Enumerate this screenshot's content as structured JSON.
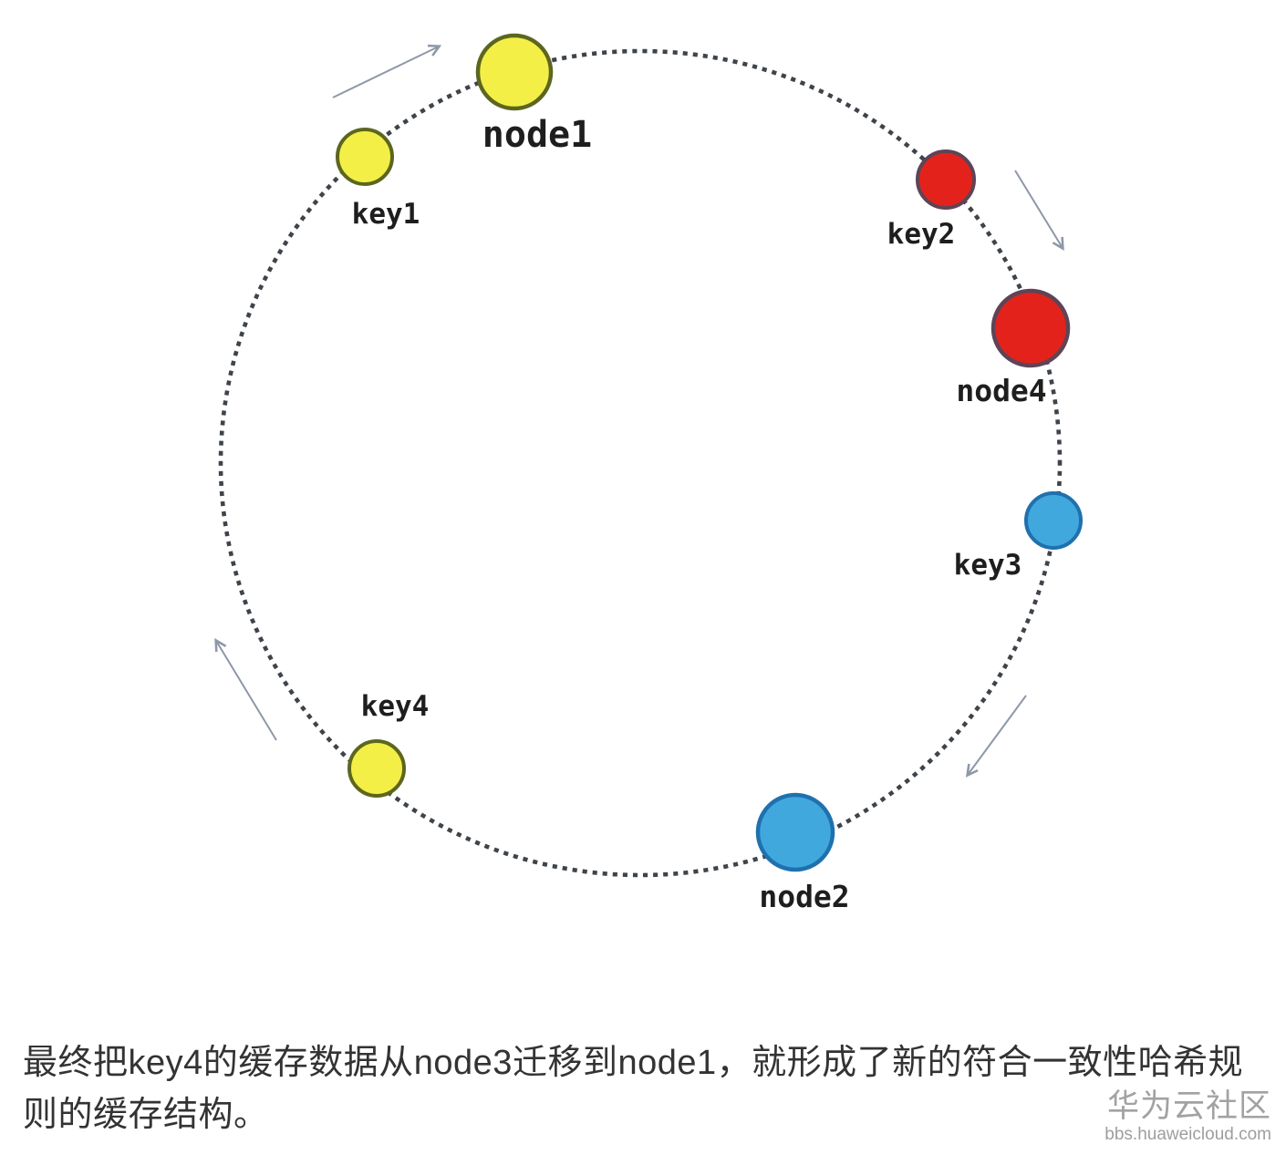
{
  "diagram": {
    "type": "consistent-hashing-ring",
    "ring_dot_color": "#3e444a",
    "arrow_color": "#8e98a8",
    "label_color": "#1e1e1e",
    "nodes": [
      {
        "id": "node1",
        "label": "node1",
        "kind": "node",
        "color_name": "yellow",
        "fill": "#f4ef46",
        "stroke": "#5d661f"
      },
      {
        "id": "key1",
        "label": "key1",
        "kind": "key",
        "color_name": "yellow",
        "fill": "#f4ef46",
        "stroke": "#5d661f"
      },
      {
        "id": "key2",
        "label": "key2",
        "kind": "key",
        "color_name": "red",
        "fill": "#e3231b",
        "stroke": "#5e4456"
      },
      {
        "id": "node4",
        "label": "node4",
        "kind": "node",
        "color_name": "red",
        "fill": "#e3231b",
        "stroke": "#5e4456"
      },
      {
        "id": "key3",
        "label": "key3",
        "kind": "key",
        "color_name": "blue",
        "fill": "#41a8de",
        "stroke": "#1f71ad"
      },
      {
        "id": "node2",
        "label": "node2",
        "kind": "node",
        "color_name": "blue",
        "fill": "#41a8de",
        "stroke": "#1f71ad"
      },
      {
        "id": "key4",
        "label": "key4",
        "kind": "key",
        "color_name": "yellow",
        "fill": "#f4ef46",
        "stroke": "#5d661f"
      }
    ],
    "direction": "clockwise",
    "direction_arrow_count": 4
  },
  "caption": {
    "text": "最终把key4的缓存数据从node3迁移到node1，就形成了新的符合一致性哈希规则的缓存结构。"
  },
  "watermark": {
    "title": "华为云社区",
    "url": "bbs.huaweicloud.com"
  }
}
